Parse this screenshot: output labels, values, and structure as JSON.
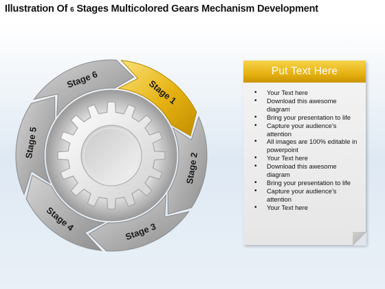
{
  "title": {
    "prefix": "Illustration Of",
    "number": "6",
    "suffix": "Stages Multicolored Gears Mechanism Development"
  },
  "stages": [
    {
      "label": "Stage 1",
      "color": "#e6b212"
    },
    {
      "label": "Stage 2",
      "color": "#a9a9a9"
    },
    {
      "label": "Stage 3",
      "color": "#a9a9a9"
    },
    {
      "label": "Stage 4",
      "color": "#a9a9a9"
    },
    {
      "label": "Stage 5",
      "color": "#a9a9a9"
    },
    {
      "label": "Stage 6",
      "color": "#a9a9a9"
    }
  ],
  "panel": {
    "header": "Put Text Here",
    "header_color": "#e6b212",
    "bullets": [
      "Your Text here",
      "Download this awesome diagram",
      "Bring your presentation to life",
      "Capture your audience’s attention",
      "All images are 100% editable in powerpoint",
      "Your Text here",
      "Download this awesome diagram",
      "Bring your presentation to life",
      "Capture your audience’s attention",
      "Your Text here"
    ]
  }
}
